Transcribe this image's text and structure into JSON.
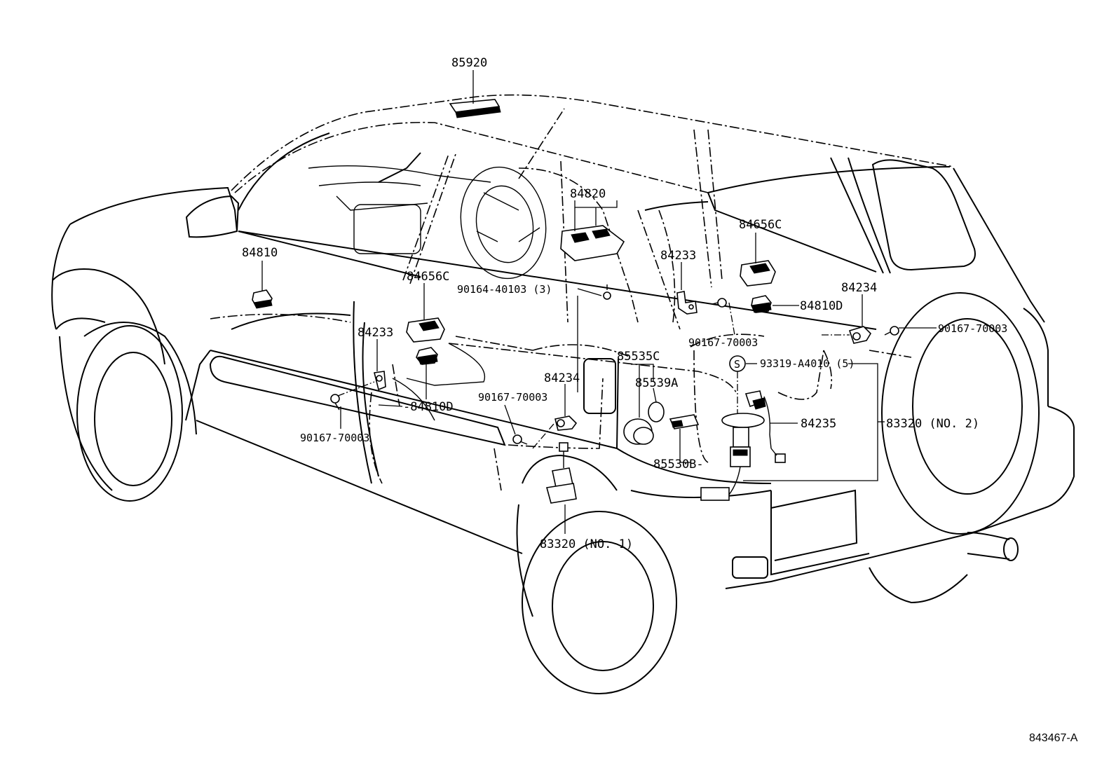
{
  "diagram": {
    "ref_code": "843467-A",
    "labels": {
      "p85920": "85920",
      "p84820": "84820",
      "p84810": "84810",
      "p84656c_left": "84656C",
      "p84656c_right": "84656C",
      "p90164": "90164-40103 (3)",
      "p84233_left": "84233",
      "p84233_right": "84233",
      "p84234_left": "84234",
      "p84234_right": "84234",
      "p84810d_left": "-84810D",
      "p84810d_right": "84810D",
      "p90167_a": "90167-70003",
      "p90167_b": "90167-70003",
      "p90167_c": "90167-70003",
      "p90167_d": "90167-70003",
      "p85535c": "85535C",
      "p85539a": "85539A",
      "p85530b": "85530B-",
      "p93319": "93319-A4010 (5)",
      "p84235": "84235",
      "p83320_no1": "83320 (NO. 1)",
      "p83320_no2": "83320 (NO. 2)",
      "sealed_mark": "S"
    }
  }
}
